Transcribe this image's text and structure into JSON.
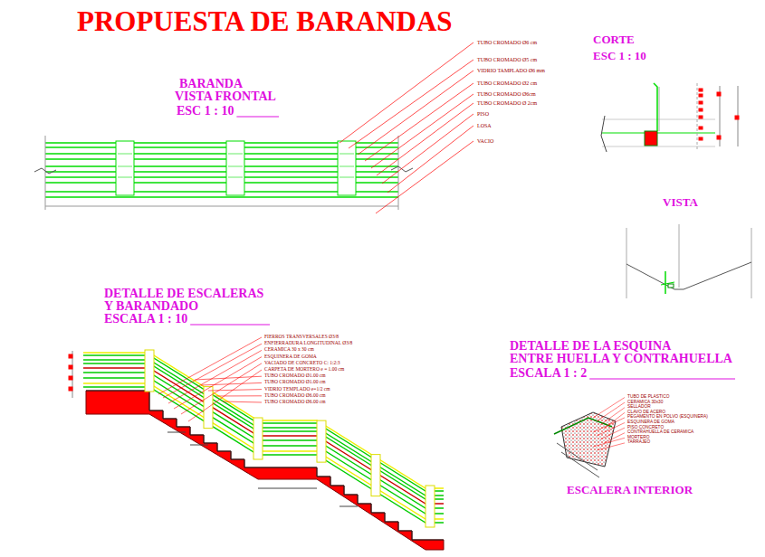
{
  "diagram": {
    "title": "PROPUESTA DE BARANDAS",
    "labels": [
      "BARANDA",
      "VISTA FRONTAL",
      "ESC 1 : 10",
      "TUBO CROMADO Ø6 cm",
      "TUBO CROMADO Ø5 cm",
      "VIDRIO TAMPLADO Ø6 mm",
      "TUBO CROMADO Ø2 cm",
      "TUBO CROMADO Ø6cm",
      "TUBO CROMADO Ø 2cm",
      "PISO",
      "LOSA",
      "VACIO",
      "CORTE",
      "ESC 1 : 10",
      "VISTA",
      "DETALLE DE ESCALERAS",
      "Y BARANDADO",
      "ESCALA 1 : 10",
      "FIERROS TRANSVERSALES Ø3/8",
      "ENFIERRADURA LONGITUDINAL Ø3/8",
      "CERAMICA 30 x 30 cm",
      "ESQUINERA DE GOMA",
      "VACIADO DE CONCRETO C: 1:2:3",
      "CARPETA DE MORTERO e = 1.00 cm",
      "TUBO CROMADO Ø1.00 cm",
      "TUBO CROMADO Ø1.00 cm",
      "VIDRIO TEMPLADO e=1/2 cm",
      "TUBO CROMADO Ø6.00 cm",
      "TUBO CROMADO Ø6.00 cm",
      "DETALLE DE LA ESQUINA",
      "ENTRE HUELLA Y CONTRAHUELLA",
      "ESCALA 1 : 2",
      "TUBO DE PLASTICO",
      "CERAMICA 30x30",
      "SELLADOR",
      "CLAVO DE ACERO",
      "PEGAMENTO EN POLVO (ESQUINERA)",
      "ESQUINERA DE GOMA",
      "PISO CONCRETO",
      "CONTRAHUELLA DE CERAMICA",
      "MORTERO",
      "TARRAJEO",
      "ESCALERA INTERIOR"
    ]
  }
}
